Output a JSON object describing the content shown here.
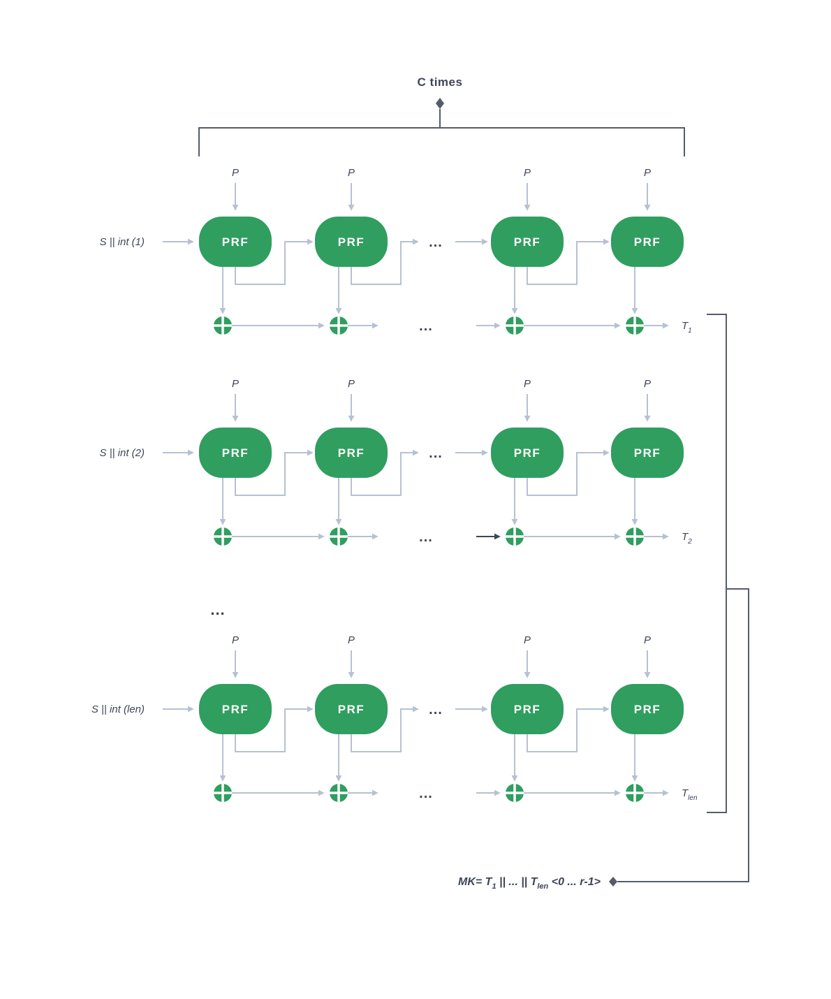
{
  "header": {
    "c_times": "C times"
  },
  "labels": {
    "p": "P",
    "prf": "PRF",
    "ellipsis": "..."
  },
  "rows": [
    {
      "input": "S || int (1)",
      "t_main": "T",
      "t_sub": "1"
    },
    {
      "input": "S || int (2)",
      "t_main": "T",
      "t_sub": "2"
    },
    {
      "input": "S || int (len)",
      "t_main": "T",
      "t_sub": "len"
    }
  ],
  "between_ellipsis": "...",
  "mk": {
    "p1": "MK= T",
    "s1": "1",
    "p2": " || ... || T",
    "s2": "len",
    "p3": " <0 ... r-1>"
  },
  "colors": {
    "green": "#2F9E5F",
    "arrow_light": "#B6C1D1",
    "text_dark": "#3E4558",
    "line_dark": "#555B6B"
  }
}
